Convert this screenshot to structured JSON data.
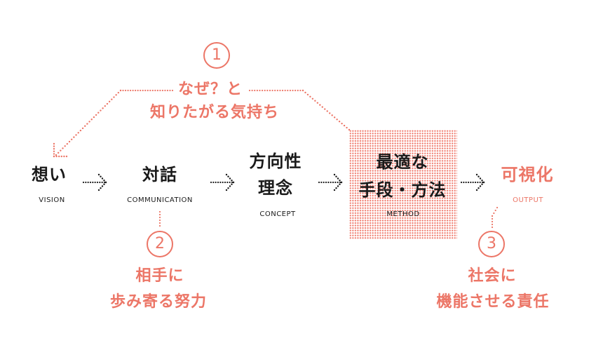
{
  "colors": {
    "accent": "#ec7667",
    "text": "#1a1a1a",
    "background": "#ffffff"
  },
  "callouts": [
    {
      "number": "1",
      "lines": [
        "なぜ？と",
        "知りたがる気持ち"
      ]
    },
    {
      "number": "2",
      "lines": [
        "相手に",
        "歩み寄る努力"
      ]
    },
    {
      "number": "3",
      "lines": [
        "社会に",
        "機能させる責任"
      ]
    }
  ],
  "steps": [
    {
      "jp": [
        "想い"
      ],
      "en": "VISION"
    },
    {
      "jp": [
        "対話"
      ],
      "en": "COMMUNICATION"
    },
    {
      "jp": [
        "方向性",
        "理念"
      ],
      "en": "CONCEPT"
    },
    {
      "jp": [
        "最適な",
        "手段・方法"
      ],
      "en": "METHOD"
    },
    {
      "jp": [
        "可視化"
      ],
      "en": "OUTPUT"
    }
  ],
  "icons": {
    "flow_arrow": "dotted-right-arrow-icon",
    "callout_arrow": "dotted-down-left-arrow-icon"
  }
}
